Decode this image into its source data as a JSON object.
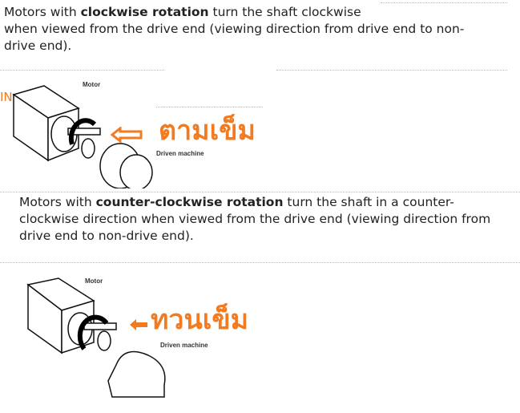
{
  "para1": {
    "pre": "Motors with ",
    "bold": "clockwise rotation",
    "post": " turn the shaft clockwise",
    "line2": "when viewed from the drive end (viewing direction from drive end to non-",
    "line3": "drive end)."
  },
  "figure1": {
    "motor_label": "Motor",
    "driven_label": "Driven machine",
    "thai_label": "ตามเข็ม",
    "side_text": "IN",
    "accent": "#f47a20"
  },
  "para2": {
    "pre": "Motors with ",
    "bold": "counter-clockwise rotation",
    "post": " turn the shaft in a counter-",
    "line2": "clockwise direction when viewed from the drive end (viewing direction from",
    "line3": "drive end to non-drive end)."
  },
  "figure2": {
    "motor_label": "Motor",
    "driven_label": "Driven machine",
    "thai_label": "ทวนเข็ม"
  }
}
